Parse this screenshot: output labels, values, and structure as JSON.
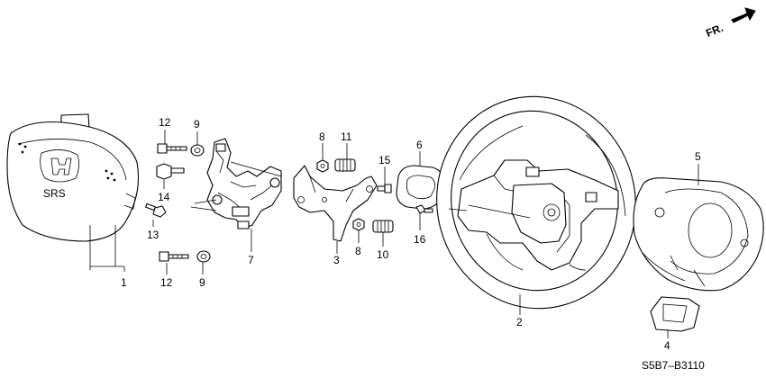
{
  "direction_label": "FR.",
  "diagram_code": "S5B7–B3110",
  "emblem_text": "SRS",
  "callouts": {
    "c1": "1",
    "c2": "2",
    "c3": "3",
    "c4": "4",
    "c5": "5",
    "c6": "6",
    "c7": "7",
    "c8a": "8",
    "c8b": "8",
    "c9a": "9",
    "c9b": "9",
    "c10": "10",
    "c11": "11",
    "c12a": "12",
    "c12b": "12",
    "c13": "13",
    "c14": "14",
    "c15": "15",
    "c16": "16"
  }
}
